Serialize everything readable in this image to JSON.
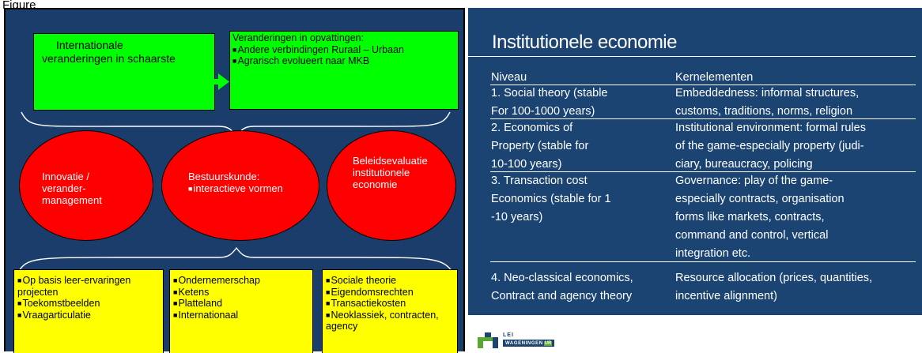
{
  "caption": "Figure",
  "left": {
    "green_box_1": "Internationale veranderingen in schaarste",
    "green_box_2": {
      "title": "Veranderingen in opvattingen:",
      "items": [
        "Andere verbindingen Ruraal – Urbaan",
        "Agrarisch evolueert naar MKB"
      ]
    },
    "ellipse_1": "Innovatie / verander-management",
    "ellipse_2": {
      "title": "Bestuurskunde:",
      "items": [
        "interactieve vormen"
      ]
    },
    "ellipse_3": "Beleidsevaluatie institutionele economie",
    "yellow_1": [
      "Op basis leer-ervaringen projecten",
      "Toekomstbeelden",
      "Vraagarticulatie"
    ],
    "yellow_2": [
      "Ondernemerschap",
      "Ketens",
      "Platteland",
      "Internationaal"
    ],
    "yellow_3": [
      "Sociale theorie",
      "Eigendomsrechten",
      "Transactiekosten",
      "Neoklassiek, contracten, agency"
    ]
  },
  "right": {
    "title": "Institutionele economie",
    "headers": [
      "Niveau",
      "Kernelementen"
    ],
    "rows": [
      {
        "niveau": [
          "1. Social theory (stable",
          "For 100-1000 years)"
        ],
        "kern": [
          "Embeddedness: informal structures,",
          "customs, traditions, norms, religion"
        ]
      },
      {
        "niveau": [
          "2. Economics of",
          "Property (stable for",
          "10-100 years)"
        ],
        "kern": [
          "Institutional environment: formal rules",
          "of the game-especially property (judi-",
          "ciary, bureaucracy, policing"
        ]
      },
      {
        "niveau": [
          "3. Transaction cost",
          "Economics (stable for 1",
          "-10 years)"
        ],
        "kern": [
          "Governance: play of the game-",
          "especially contracts, organisation",
          "forms like markets, contracts,",
          "command and control, vertical",
          "integration etc."
        ]
      },
      {
        "niveau": [
          "4. Neo-classical economics,",
          "Contract and agency theory"
        ],
        "kern": [
          "Resource allocation (prices, quantities,",
          "incentive alignment)"
        ]
      }
    ],
    "logo": {
      "top": "LEI",
      "bottom_left": "WAGENINGEN",
      "bottom_right": "UR"
    }
  },
  "colors": {
    "slide_bg": "#1b3d6b",
    "right_bg": "#1b4472",
    "green": "#00ff00",
    "red": "#ff0000",
    "yellow": "#ffff00",
    "logo_green": "#5aa832"
  }
}
